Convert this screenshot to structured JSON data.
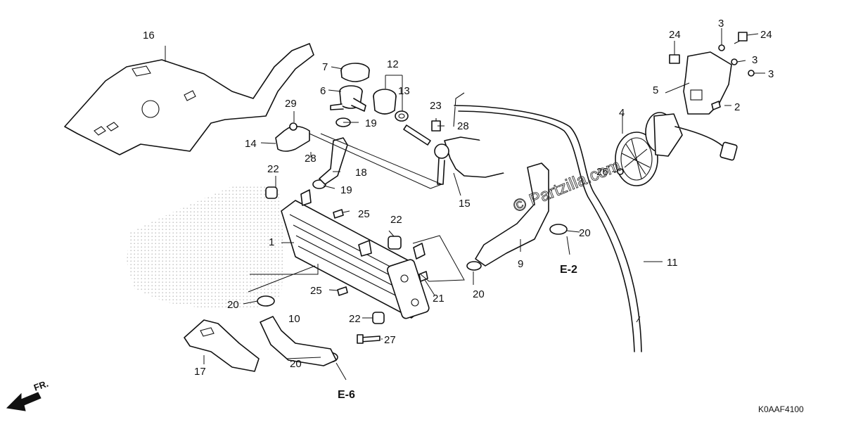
{
  "diagram": {
    "code": "K0AAF4100",
    "watermark": "© Partzilla.com",
    "direction_label": "FR.",
    "parts": [
      {
        "key": "p1",
        "label": "1"
      },
      {
        "key": "p2",
        "label": "2"
      },
      {
        "key": "p3a",
        "label": "3"
      },
      {
        "key": "p3b",
        "label": "3"
      },
      {
        "key": "p3c",
        "label": "3"
      },
      {
        "key": "p4",
        "label": "4"
      },
      {
        "key": "p5",
        "label": "5"
      },
      {
        "key": "p6",
        "label": "6"
      },
      {
        "key": "p7",
        "label": "7"
      },
      {
        "key": "p9",
        "label": "9"
      },
      {
        "key": "p10",
        "label": "10"
      },
      {
        "key": "p11",
        "label": "11"
      },
      {
        "key": "p12",
        "label": "12"
      },
      {
        "key": "p13",
        "label": "13"
      },
      {
        "key": "p14",
        "label": "14"
      },
      {
        "key": "p15",
        "label": "15"
      },
      {
        "key": "p16",
        "label": "16"
      },
      {
        "key": "p17",
        "label": "17"
      },
      {
        "key": "p18",
        "label": "18"
      },
      {
        "key": "p19a",
        "label": "19"
      },
      {
        "key": "p19b",
        "label": "19"
      },
      {
        "key": "p20a",
        "label": "20"
      },
      {
        "key": "p20b",
        "label": "20"
      },
      {
        "key": "p20c",
        "label": "20"
      },
      {
        "key": "p20d",
        "label": "20"
      },
      {
        "key": "p21",
        "label": "21"
      },
      {
        "key": "p22a",
        "label": "22"
      },
      {
        "key": "p22b",
        "label": "22"
      },
      {
        "key": "p22c",
        "label": "22"
      },
      {
        "key": "p23",
        "label": "23"
      },
      {
        "key": "p24a",
        "label": "24"
      },
      {
        "key": "p24b",
        "label": "24"
      },
      {
        "key": "p25a",
        "label": "25"
      },
      {
        "key": "p25b",
        "label": "25"
      },
      {
        "key": "p26",
        "label": "26"
      },
      {
        "key": "p27",
        "label": "27"
      },
      {
        "key": "p28a",
        "label": "28"
      },
      {
        "key": "p28b",
        "label": "28"
      },
      {
        "key": "p29",
        "label": "29"
      }
    ],
    "refs": [
      {
        "key": "e2",
        "label": "E-2"
      },
      {
        "key": "e6",
        "label": "E-6"
      }
    ]
  }
}
